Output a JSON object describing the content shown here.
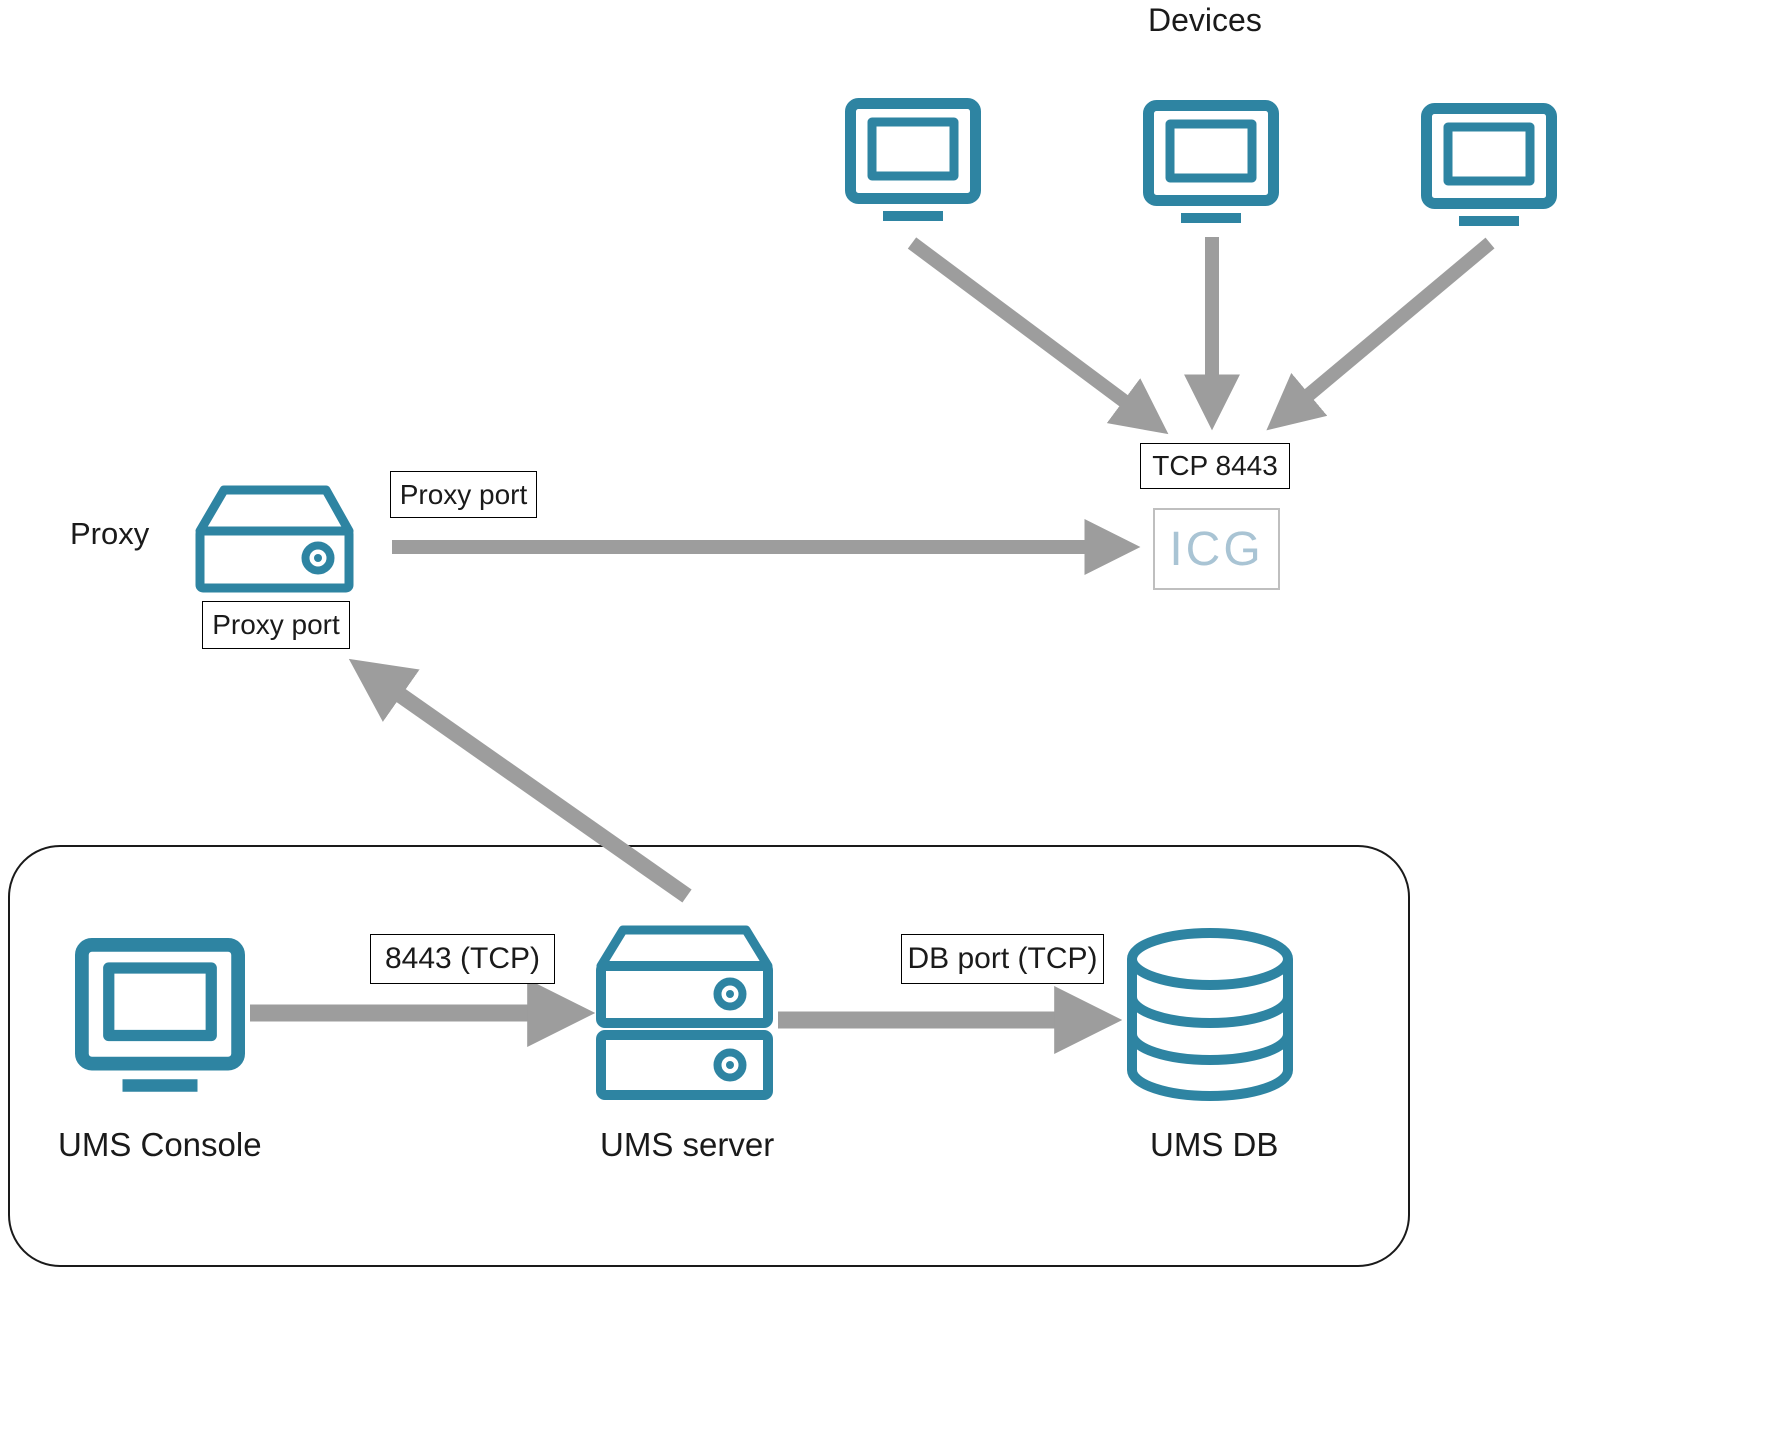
{
  "colors": {
    "icon_teal": "#2e84a2",
    "arrow_gray": "#9d9d9d",
    "text_black": "#1a1a1a",
    "icg_text": "#a9c4d4",
    "icg_border": "#bfbfbf",
    "box_border": "#000000",
    "container_border": "#1a1a1a"
  },
  "nodes": {
    "devices_group_label": "Devices",
    "proxy_label": "Proxy",
    "icg_label": "ICG",
    "ums_console_label": "UMS Console",
    "ums_server_label": "UMS server",
    "ums_db_label": "UMS DB"
  },
  "ports": {
    "tcp_8443": "TCP 8443",
    "proxy_port_top": "Proxy port",
    "proxy_port_bottom": "Proxy port",
    "console_to_server": "8443 (TCP)",
    "server_to_db": "DB port (TCP)"
  },
  "icons": {
    "devices": [
      "monitor-icon",
      "monitor-icon",
      "monitor-icon"
    ],
    "proxy": "server-appliance-icon",
    "ums_console": "monitor-icon",
    "ums_server": "server-stack-icon",
    "ums_db": "database-cylinder-icon"
  },
  "connections": [
    {
      "from": "device-1",
      "to": "icg",
      "label": "TCP 8443"
    },
    {
      "from": "device-2",
      "to": "icg",
      "label": "TCP 8443"
    },
    {
      "from": "device-3",
      "to": "icg",
      "label": "TCP 8443"
    },
    {
      "from": "proxy",
      "to": "icg",
      "label": "Proxy port"
    },
    {
      "from": "ums-server",
      "to": "proxy",
      "label": "Proxy port"
    },
    {
      "from": "ums-console",
      "to": "ums-server",
      "label": "8443 (TCP)"
    },
    {
      "from": "ums-server",
      "to": "ums-db",
      "label": "DB port (TCP)"
    }
  ]
}
